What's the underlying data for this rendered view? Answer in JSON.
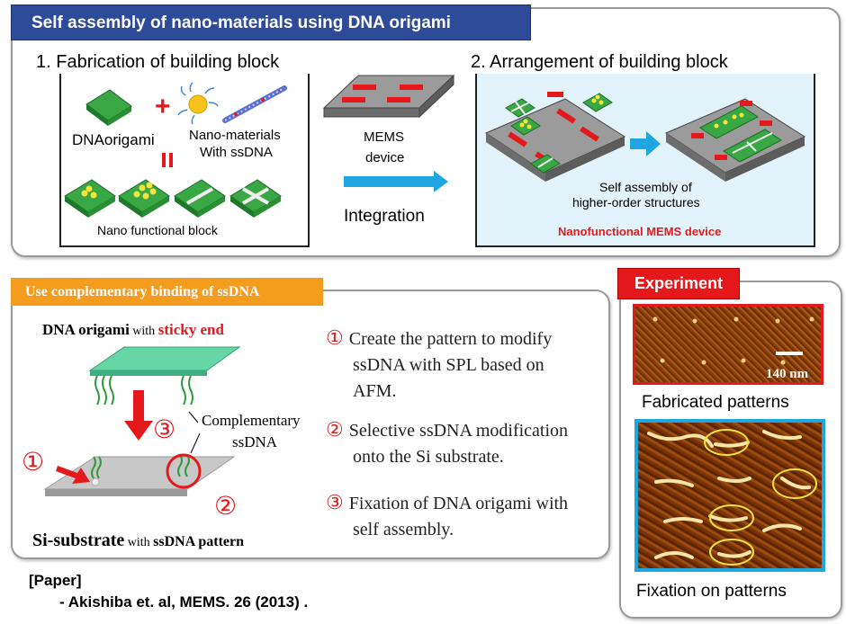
{
  "title": "Self assembly of nano-materials using DNA origami",
  "top": {
    "section1": "1. Fabrication of building block",
    "section2": "2. Arrangement of building block",
    "dna_origami": "DNAorigami",
    "plus": "+",
    "equals": "=",
    "nano_materials": "Nano-materials",
    "with_ssdna": "With ssDNA",
    "nano_functional_block": "Nano functional block",
    "mems": "MEMS",
    "device": "device",
    "integration": "Integration",
    "self_assembly": "Self assembly of",
    "higher_order": "higher-order structures",
    "nanofunctional_mems": "Nanofunctional MEMS device"
  },
  "bottom_left": {
    "banner": "Use complementary binding of ssDNA",
    "dna_origami_with": "DNA origami",
    "with_word": " with ",
    "sticky_end": "sticky end",
    "complementary": "Complementary",
    "ssdna": "ssDNA",
    "si_substrate": "Si-substrate",
    "with_word2": " with ",
    "ssdna_pattern": "ssDNA pattern",
    "markers": [
      "①",
      "②",
      "③"
    ],
    "steps": [
      {
        "num": "①",
        "lines": [
          "Create the pattern to modify",
          "ssDNA with SPL based on",
          "AFM."
        ]
      },
      {
        "num": "②",
        "lines": [
          "Selective ssDNA modification",
          "onto the Si substrate."
        ]
      },
      {
        "num": "③",
        "lines": [
          "Fixation of DNA origami with",
          "self assembly."
        ]
      }
    ]
  },
  "experiment": {
    "banner": "Experiment",
    "scale": "140 nm",
    "caption1": "Fabricated patterns",
    "caption2": "Fixation on patterns"
  },
  "paper": {
    "label": "[Paper]",
    "ref": "- Akishiba et. al, MEMS. 26 (2013) ."
  },
  "colors": {
    "title_bg": "#2e4b9a",
    "orange": "#f39c1e",
    "red": "#e5191b",
    "cyan": "#1fa6e0",
    "green": "#2f9a3c",
    "teal": "#66d6a6"
  }
}
